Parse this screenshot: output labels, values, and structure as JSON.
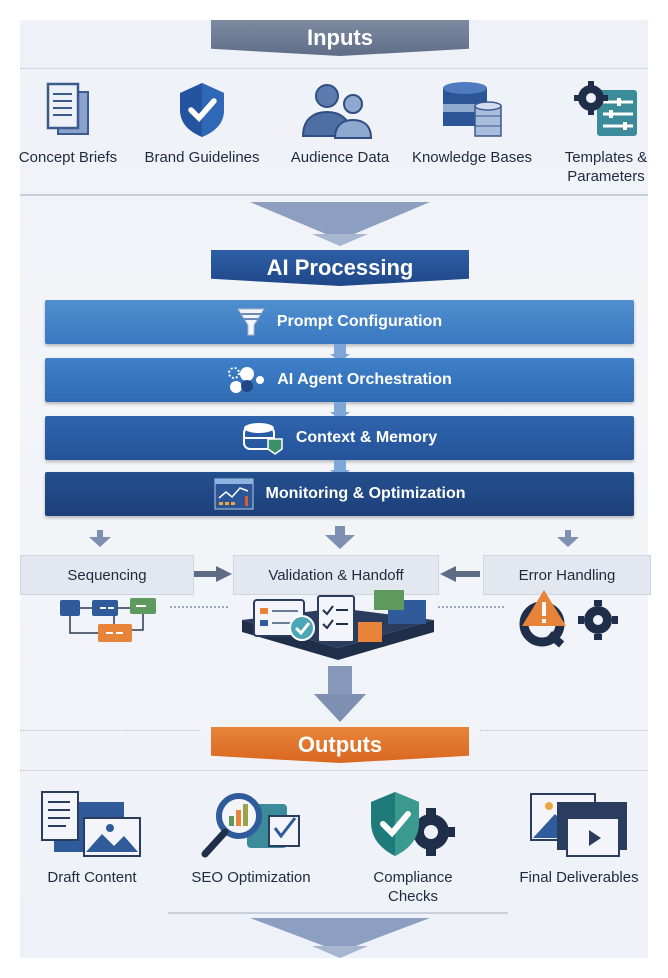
{
  "inputs": {
    "title": "Inputs",
    "items": [
      {
        "label": "Concept Briefs",
        "icon": "document-icon"
      },
      {
        "label": "Brand Guidelines",
        "icon": "shield-check-icon"
      },
      {
        "label": "Audience Data",
        "icon": "people-icon"
      },
      {
        "label": "Knowledge Bases",
        "icon": "database-icon"
      },
      {
        "label": "Templates &",
        "label2": "Parameters",
        "icon": "gear-sliders-icon"
      }
    ]
  },
  "processing": {
    "title": "AI Processing",
    "steps": [
      {
        "label": "Prompt Configuration",
        "icon": "funnel-icon"
      },
      {
        "label": "AI Agent Orchestration",
        "icon": "agents-icon"
      },
      {
        "label": "Context & Memory",
        "icon": "memory-database-icon"
      },
      {
        "label": "Monitoring & Optimization",
        "icon": "dashboard-chart-icon"
      }
    ],
    "branches": {
      "left": {
        "label": "Sequencing",
        "icon": "flowchart-icon"
      },
      "center": {
        "label": "Validation & Handoff",
        "icon": "validation-platform-icon"
      },
      "right": {
        "label": "Error Handling",
        "icon": "warning-gear-icon"
      }
    }
  },
  "outputs": {
    "title": "Outputs",
    "items": [
      {
        "label": "Draft Content",
        "icon": "draft-content-icon"
      },
      {
        "label": "SEO Optimization",
        "icon": "magnifier-chart-icon"
      },
      {
        "label": "Compliance Checks",
        "icon": "shield-gear-icon"
      },
      {
        "label": "Final Deliverables",
        "icon": "media-icon"
      }
    ]
  },
  "colors": {
    "inputs_banner": "#6b7893",
    "processing_banner": "#24508f",
    "outputs_banner": "#e0742b",
    "arrow": "#7d90b2"
  }
}
